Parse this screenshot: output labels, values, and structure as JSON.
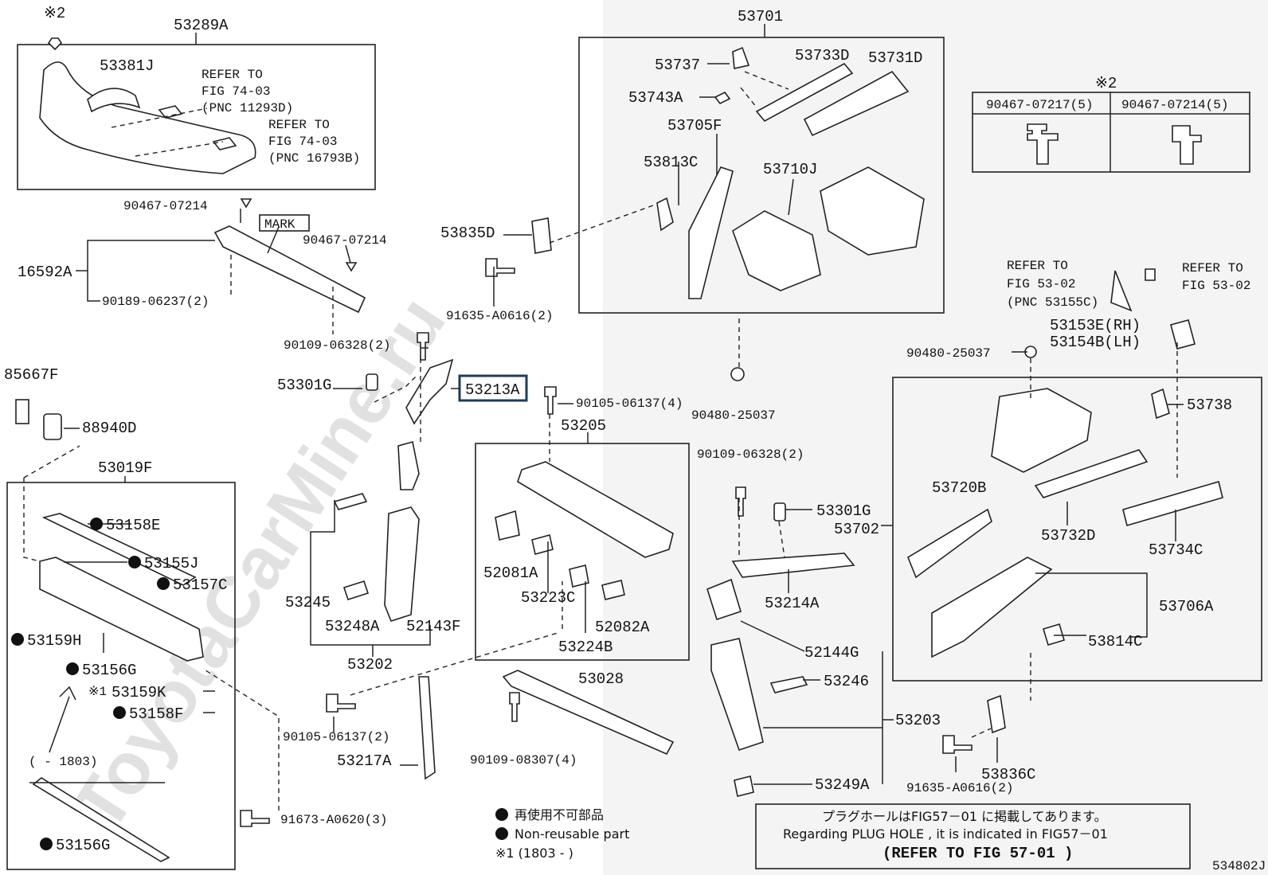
{
  "watermark": "ToyotaCarMine.ru",
  "diagram_id": "534802J",
  "marks": {
    "asterisk2": "※2",
    "asterisk1": "※1"
  },
  "parts": {
    "p53289A": "53289A",
    "p53381J": "53381J",
    "refer1": [
      "REFER TO",
      "FIG 74-03",
      "(PNC 11293D)"
    ],
    "refer2": [
      "REFER TO",
      "FIG 74-03",
      "(PNC 16793B)"
    ],
    "p90467_07214a": "90467-07214",
    "mark": "MARK",
    "p90467_07214b": "90467-07214",
    "p16592A": "16592A",
    "p90189": "90189-06237(2)",
    "p90109a": "90109-06328(2)",
    "p53301Ga": "53301G",
    "p53213A": "53213A",
    "p90105a": "90105-06137(4)",
    "p85667F": "85667F",
    "p88940D": "88940D",
    "p53019F": "53019F",
    "p53158E": "53158E",
    "p53155J": "53155J",
    "p53157C": "53157C",
    "p53159H": "53159H",
    "p53156Ga": "53156G",
    "p53159K": "53159K",
    "p53158F": "53158F",
    "range": "(  - 1803)",
    "p53156Gb": "53156G",
    "p53245": "53245",
    "p53248A": "53248A",
    "p52143F": "52143F",
    "p53202": "53202",
    "p53205": "53205",
    "p52081A": "52081A",
    "p53223C": "53223C",
    "p52082A": "52082A",
    "p53224B": "53224B",
    "p90105b": "90105-06137(2)",
    "p53217A": "53217A",
    "p53028": "53028",
    "p90109b": "90109-08307(4)",
    "p91673": "91673-A0620(3)",
    "p53701": "53701",
    "p53737": "53737",
    "p53733D": "53733D",
    "p53731D": "53731D",
    "p53743A": "53743A",
    "p53705F": "53705F",
    "p53813C": "53813C",
    "p53710J": "53710J",
    "p53835D": "53835D",
    "p91635a": "91635-A0616(2)",
    "p90480a": "90480-25037",
    "p90109c": "90109-06328(2)",
    "p53301Gb": "53301G",
    "p53702": "53702",
    "p53214A": "53214A",
    "p52144G": "52144G",
    "p53246": "53246",
    "p53203": "53203",
    "p53249A": "53249A",
    "refer3": [
      "REFER TO",
      "FIG 53-02",
      "(PNC 53155C)"
    ],
    "refer4": [
      "REFER TO",
      "FIG 53-02"
    ],
    "p53153E": "53153E(RH)",
    "p53154B": "53154B(LH)",
    "p90480b": "90480-25037",
    "p53738": "53738",
    "p53720B": "53720B",
    "p53732D": "53732D",
    "p53734C": "53734C",
    "p53706A": "53706A",
    "p53814C": "53814C",
    "p53836C": "53836C",
    "p91635b": "91635-A0616(2)"
  },
  "clip_table": {
    "mark": "※2",
    "headers": [
      "90467-07217(5)",
      "90467-07214(5)"
    ]
  },
  "legend": {
    "jp": "再使用不可部品",
    "en": "Non-reusable part",
    "note1": "※1 (1803 -     )"
  },
  "plug_note": {
    "jp": "プラグホールはFIG57－01 に掲載してあります。",
    "en": "Regarding  PLUG  HOLE , it  is  indicated  in  FIG57－01",
    "ref": "(REFER TO FIG 57-01 )"
  }
}
